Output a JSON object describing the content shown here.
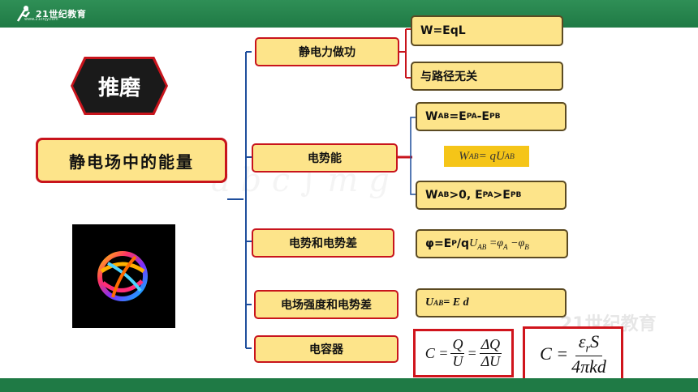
{
  "header": {
    "logo_text": "21世纪教育",
    "logo_sub": "www.21cnjy.com"
  },
  "watermark": {
    "brand": "21世纪教育",
    "bg_text": "a b c ∫ m g"
  },
  "title_badge": "推磨",
  "main_topic": "静电场中的能量",
  "branches": [
    {
      "label": "静电力做功",
      "leaves": [
        "W=EqL",
        "与路径无关"
      ]
    },
    {
      "label": "电势能"
    },
    {
      "label": "电势和电势差"
    },
    {
      "label": "电场强度和电势差"
    },
    {
      "label": "电容器"
    }
  ],
  "formulas": {
    "wab": {
      "w": "W",
      "ab": "AB",
      "eq": "=E",
      "pa": "PA",
      "minus": "-E",
      "pb": "PB"
    },
    "wab_quab": {
      "w": "W",
      "ab": "AB",
      "rest": " = qU",
      "ab2": "AB"
    },
    "wab_pos": {
      "w": "W",
      "ab": "AB",
      "cond": ">0, E",
      "pa": "PA",
      "gt": ">E",
      "pb": "PB"
    },
    "phi": {
      "lead": "φ=E",
      "p": "P",
      "slash": "/q ",
      "u": "U",
      "ab": "AB",
      "eq": " =φ",
      "a": "A",
      "minus": " −φ",
      "b": "B"
    },
    "uab_ed": {
      "u": "U",
      "ab": "AB",
      "rest": " = E d"
    },
    "cap1": {
      "c": "C =",
      "q": "Q",
      "u": "U",
      "eq": "=",
      "dq": "ΔQ",
      "du": "ΔU"
    },
    "cap2": {
      "c": "C =",
      "num_eps": "ε",
      "num_r": "r",
      "num_s": "S",
      "den": "4πkd"
    }
  },
  "colors": {
    "accent_red": "#c8141c",
    "node_fill": "#fde48a",
    "green_bar": "#1f7a45",
    "line_blue": "#1f4e9c",
    "arrow_red": "#c8141c",
    "highlight": "#f5c518"
  }
}
